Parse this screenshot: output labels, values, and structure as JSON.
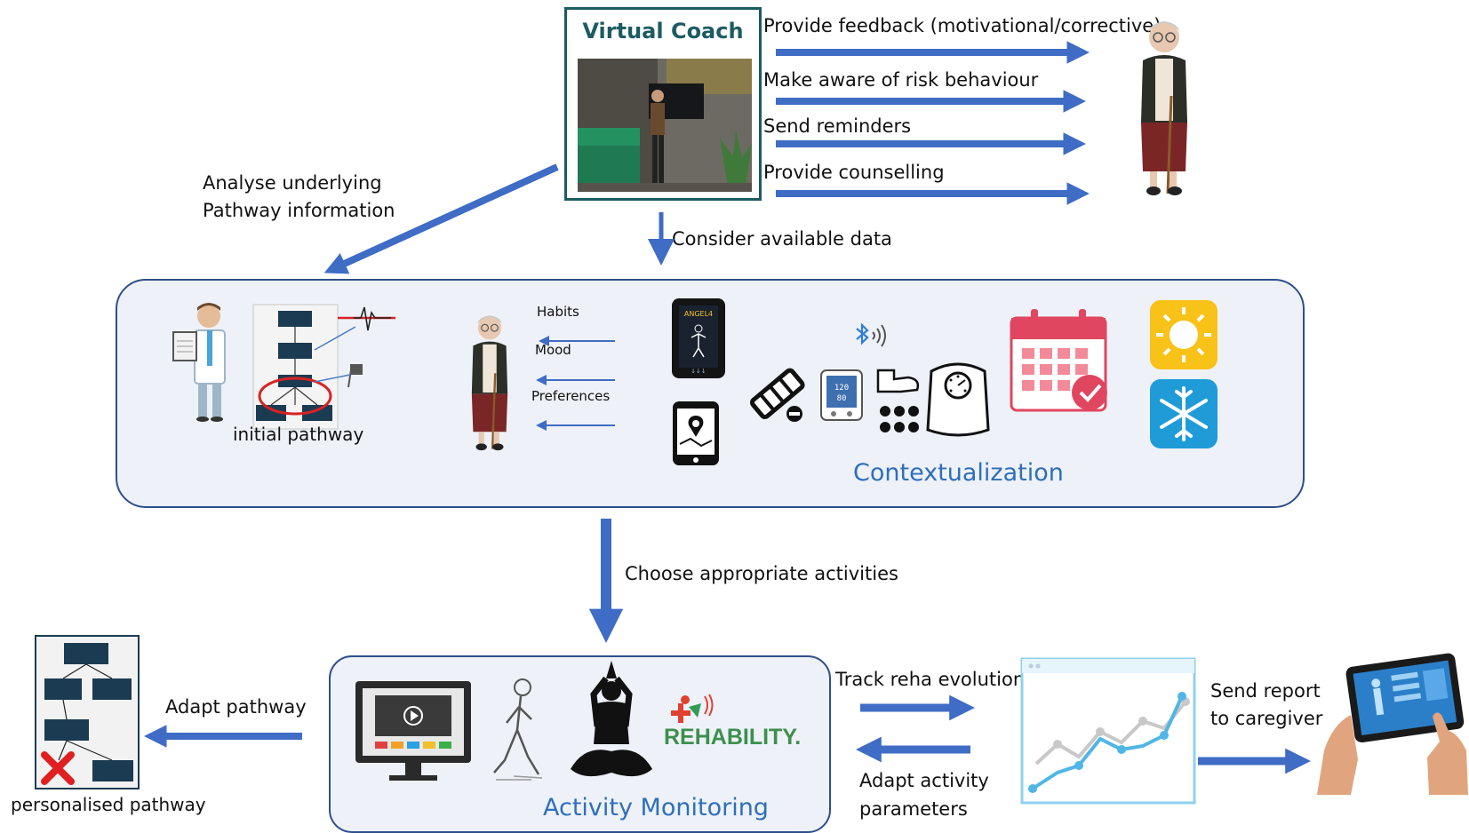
{
  "coach": {
    "title": "Virtual Coach"
  },
  "feedback_actions": [
    "Provide feedback (motivational/corrective)",
    "Make aware of risk behaviour",
    "Send reminders",
    "Provide counselling"
  ],
  "analyse_label": [
    "Analyse underlying",
    "Pathway information"
  ],
  "consider_label": "Consider available data",
  "contextualization": {
    "title": "Contextualization",
    "initial_pathway": "initial pathway",
    "inputs": [
      "Habits",
      "Mood",
      "Preferences"
    ],
    "device_label": "ANGEL4"
  },
  "choose_label": "Choose appropriate activities",
  "activity": {
    "title": "Activity Monitoring",
    "rehability_logo": "REHABILITY."
  },
  "adapt_pathway_label": "Adapt pathway",
  "personalised_label": "personalised pathway",
  "track_label": "Track reha evolution",
  "adapt_params_label": [
    "Adapt activity",
    "parameters"
  ],
  "report_label": [
    "Send report",
    "to caregiver"
  ],
  "colors": {
    "arrow": "#3f6cc4",
    "accent_blue": "#2e6fba",
    "coach_border": "#1d5b63",
    "panel_bg": "#eef1f8",
    "panel_border": "#2f4f8a"
  }
}
